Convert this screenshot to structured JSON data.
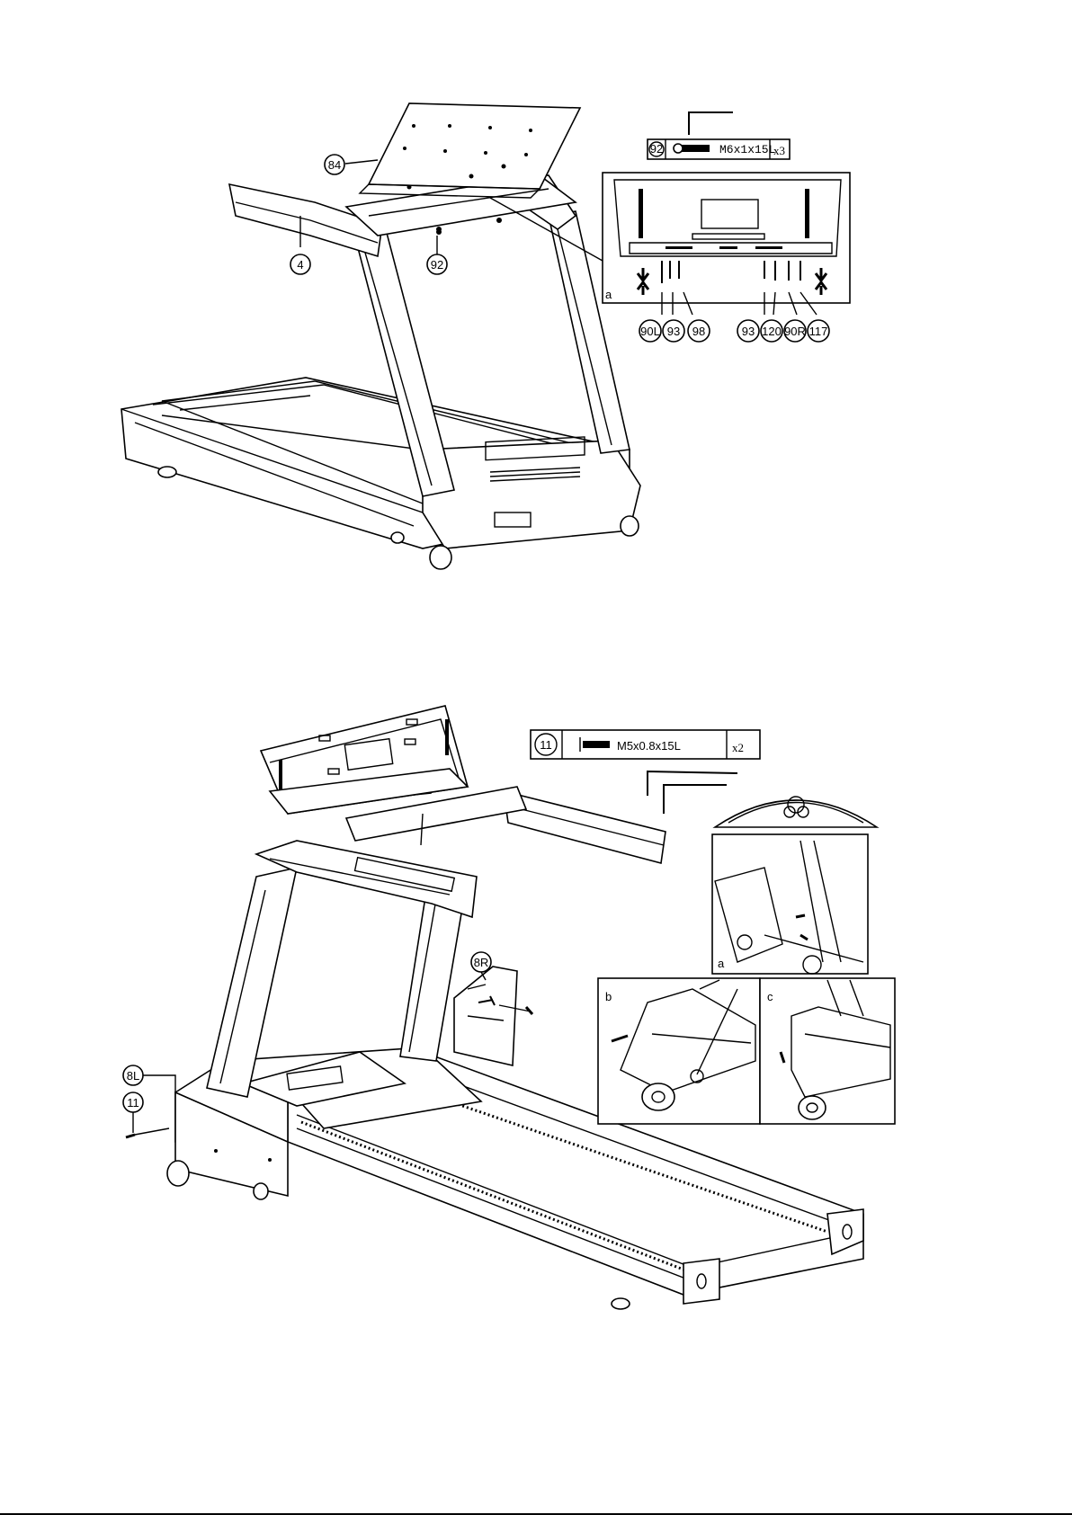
{
  "step1": {
    "callouts": {
      "c84": "84",
      "c4": "4",
      "c92": "92",
      "c90L": "90L",
      "c93a": "93",
      "c98": "98",
      "c93b": "93",
      "c120": "120",
      "c90R": "90R",
      "c117": "117"
    },
    "hardware": {
      "part": "92",
      "spec": "M6x1x15L",
      "qty": "x3"
    },
    "detail_letter": "a"
  },
  "step2": {
    "callouts": {
      "c8R": "8R",
      "c8L": "8L",
      "c11": "11"
    },
    "hardware": {
      "part": "11",
      "spec": "M5x0.8x15L",
      "qty": "x2"
    },
    "detail_letters": {
      "a": "a",
      "b": "b",
      "c": "c"
    }
  }
}
